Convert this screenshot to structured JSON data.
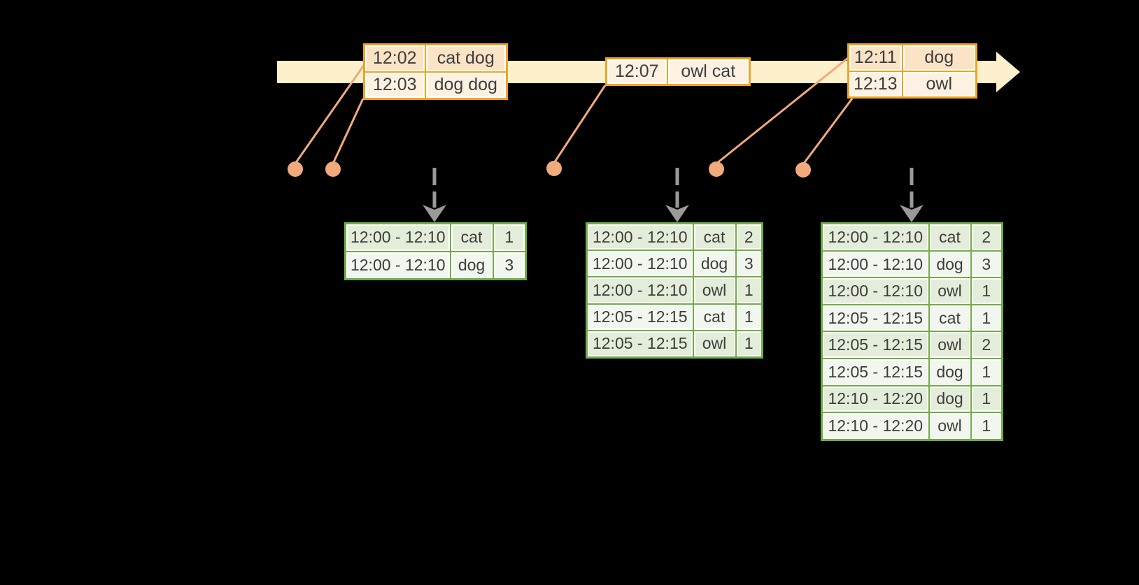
{
  "colors": {
    "background": "#000000",
    "timeline_fill": "#fdf0cd",
    "event_table_border": "#efa51e",
    "event_row_dark": "#fbe3c6",
    "event_row_light": "#fdf2e2",
    "result_table_border": "#70ad47",
    "result_row_dark": "#e3edd9",
    "result_row_light": "#f1f6ee",
    "dot_and_line": "#f1aa7c",
    "trigger_arrow": "#9a9a9a",
    "text": "#3d3d3d"
  },
  "timeline": {
    "event_tables": [
      {
        "rows": [
          [
            "12:02",
            "cat dog"
          ],
          [
            "12:03",
            "dog dog"
          ]
        ]
      },
      {
        "rows": [
          [
            "12:07",
            "owl cat"
          ]
        ]
      },
      {
        "rows": [
          [
            "12:11",
            "dog"
          ],
          [
            "12:13",
            "owl"
          ]
        ]
      }
    ]
  },
  "result_tables": [
    {
      "rows": [
        [
          "12:00 - 12:10",
          "cat",
          "1"
        ],
        [
          "12:00 - 12:10",
          "dog",
          "3"
        ]
      ]
    },
    {
      "rows": [
        [
          "12:00 - 12:10",
          "cat",
          "2"
        ],
        [
          "12:00 - 12:10",
          "dog",
          "3"
        ],
        [
          "12:00 - 12:10",
          "owl",
          "1"
        ],
        [
          "12:05 - 12:15",
          "cat",
          "1"
        ],
        [
          "12:05 - 12:15",
          "owl",
          "1"
        ]
      ]
    },
    {
      "rows": [
        [
          "12:00 - 12:10",
          "cat",
          "2"
        ],
        [
          "12:00 - 12:10",
          "dog",
          "3"
        ],
        [
          "12:00 - 12:10",
          "owl",
          "1"
        ],
        [
          "12:05 - 12:15",
          "cat",
          "1"
        ],
        [
          "12:05 - 12:15",
          "owl",
          "2"
        ],
        [
          "12:05 - 12:15",
          "dog",
          "1"
        ],
        [
          "12:10 - 12:20",
          "dog",
          "1"
        ],
        [
          "12:10 - 12:20",
          "owl",
          "1"
        ]
      ]
    }
  ]
}
